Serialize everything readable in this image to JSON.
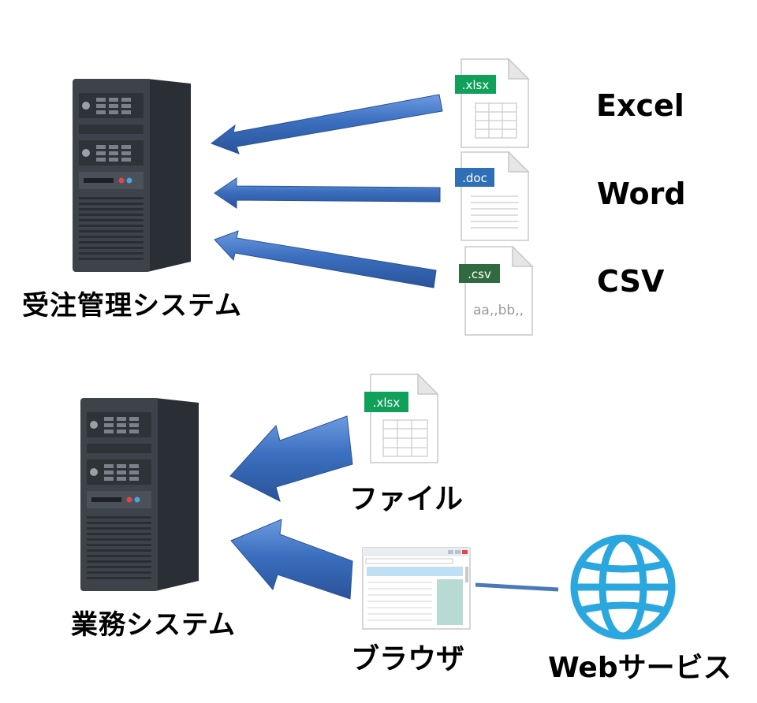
{
  "systems": {
    "top_label": "受注管理システム",
    "bottom_label": "業務システム"
  },
  "formats": [
    {
      "tag": ".xlsx",
      "name": "Excel",
      "tag_color": "#11a05a"
    },
    {
      "tag": ".doc",
      "name": "Word",
      "tag_color": "#2f6fb5"
    },
    {
      "tag": ".csv",
      "name": "CSV",
      "tag_color": "#2f6b3e",
      "sample": "aa,,bb,,"
    }
  ],
  "bottom": {
    "file_tag": ".xlsx",
    "file_label": "ファイル",
    "browser_label": "ブラウザ",
    "web_label": "Webサービス"
  },
  "colors": {
    "arrow": "#3b6fbf",
    "server": "#3d434a",
    "globe": "#2ba7e0"
  },
  "icons": [
    "server-icon",
    "xlsx-file-icon",
    "doc-file-icon",
    "csv-file-icon",
    "browser-icon",
    "globe-icon",
    "arrow-icon"
  ]
}
